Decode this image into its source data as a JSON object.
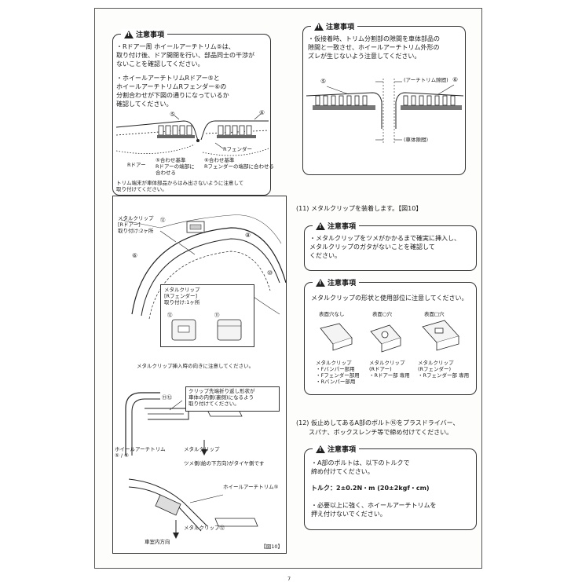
{
  "caution_title": "注意事項",
  "tl": {
    "b1_l1": "・Rドア一周  ホイールアーチトリム⑤は、",
    "b1_l2": "  取り付け後、ドア開閉を行い、部品同士の干渉が",
    "b1_l3": "  ないことを確認してください。",
    "b2_l1": "・ホイールアーチトリムRドアー⑤と",
    "b2_l2": "  ホイールアーチトリムRフェンダー⑥の",
    "b2_l3": "  分割合わせが下図の通りになっているか",
    "b2_l4": "  確認してください。",
    "c5": "⑤",
    "c6": "⑥",
    "rdoor": "Rドアー",
    "rfender": "Rフェンダー",
    "n5_l1": "⑤合わせ基準",
    "n5_l2": "Rドアーの端部に",
    "n5_l3": "合わせる",
    "n6_l1": "⑥合わせ基準",
    "n6_l2": "Rフェンダーの端部に合わせる",
    "foot_l1": "トリム端末が車体部品からはみ出さないように注意して",
    "foot_l2": "取り付けてください。"
  },
  "tr": {
    "l1": "・仮接着時、トリム分割部の隙間を車体部品の",
    "l2": "  隙間と一致させ、ホイールアーチトリム外形の",
    "l3": "  ズレが生じないよう注意してください。",
    "c5": "⑤",
    "c6": "⑥",
    "gap_trim": "(アーチトリム隙間)",
    "gap_body": "(車体隙間)"
  },
  "fig": {
    "clip_rdoor_l1": "メタルクリップ",
    "clip_rdoor_l2": "[Rドアー]",
    "clip_rdoor_l3": "取り付け:2ヶ所",
    "num_12a": "⑫",
    "c6": "⑥",
    "c8": "⑧",
    "c10": "⑩",
    "clip_rfender_l1": "メタルクリップ",
    "clip_rfender_l2": "[Rフェンダー]",
    "clip_rfender_l3": "取り付け:1ヶ所",
    "num_12b": "⑫",
    "num_11": "⑪",
    "insert_note": "メタルクリップ挿入時の向きに注意してください。",
    "callout_num": "⑪⑫",
    "callout_l1": "クリップ先端折り返し形状が",
    "callout_l2": "車体の内側(裏側)になるよう",
    "callout_l3": "取り付けてください。",
    "trim_l1": "ホイールアーチトリム",
    "trim_l2": "⑤ / ⑥",
    "metal_clip": "メタルクリップ",
    "claw_note": "ツメ側(絵の下方向)がタイヤ側です",
    "trim5": "ホイールアーチトリム⑤",
    "metal_clip12": "メタルクリップ⑫",
    "inward": "車室内方向",
    "fig_label": "【図10】"
  },
  "step11": "(11) メタルクリップを装着します。【図10】",
  "r1": {
    "l1": "・メタルクリップをツメがかかるまで確実に挿入し、",
    "l2": "  メタルクリップのガタがないことを確認して",
    "l3": "  ください。"
  },
  "r2": {
    "intro": "メタルクリップの形状と使用部位に注意してください。",
    "h1": "表面穴なし",
    "h2": "表面○穴",
    "h3": "表面□穴",
    "a_l1": "メタルクリップ",
    "a_l2": "・Fバンパー部用",
    "a_l3": "・Fフェンダー部用",
    "a_l4": "・Rバンパー部用",
    "b_l1": "メタルクリップ",
    "b_l2": "(Rドアー)",
    "b_l3": "・Rドアー部 専用",
    "c_l1": "メタルクリップ",
    "c_l2": "(Rフェンダー)",
    "c_l3": "・Rフェンダー部 専用"
  },
  "step12": {
    "l1": "(12) 仮止めしてあるA部のボルト⑯をプラスドライバー、",
    "l2": "スパナ、ボックスレンチ等で締め付けてください。"
  },
  "r3": {
    "l1": "・A部のボルトは、以下のトルクで",
    "l2": "  締め付けてください。",
    "torque": "トルク：2±0.2N・m (20±2kgf・cm)",
    "l3": "・必要以上に強く、ホイールアーチトリムを",
    "l4": "  押え付けないでください。"
  },
  "page_number": "7"
}
